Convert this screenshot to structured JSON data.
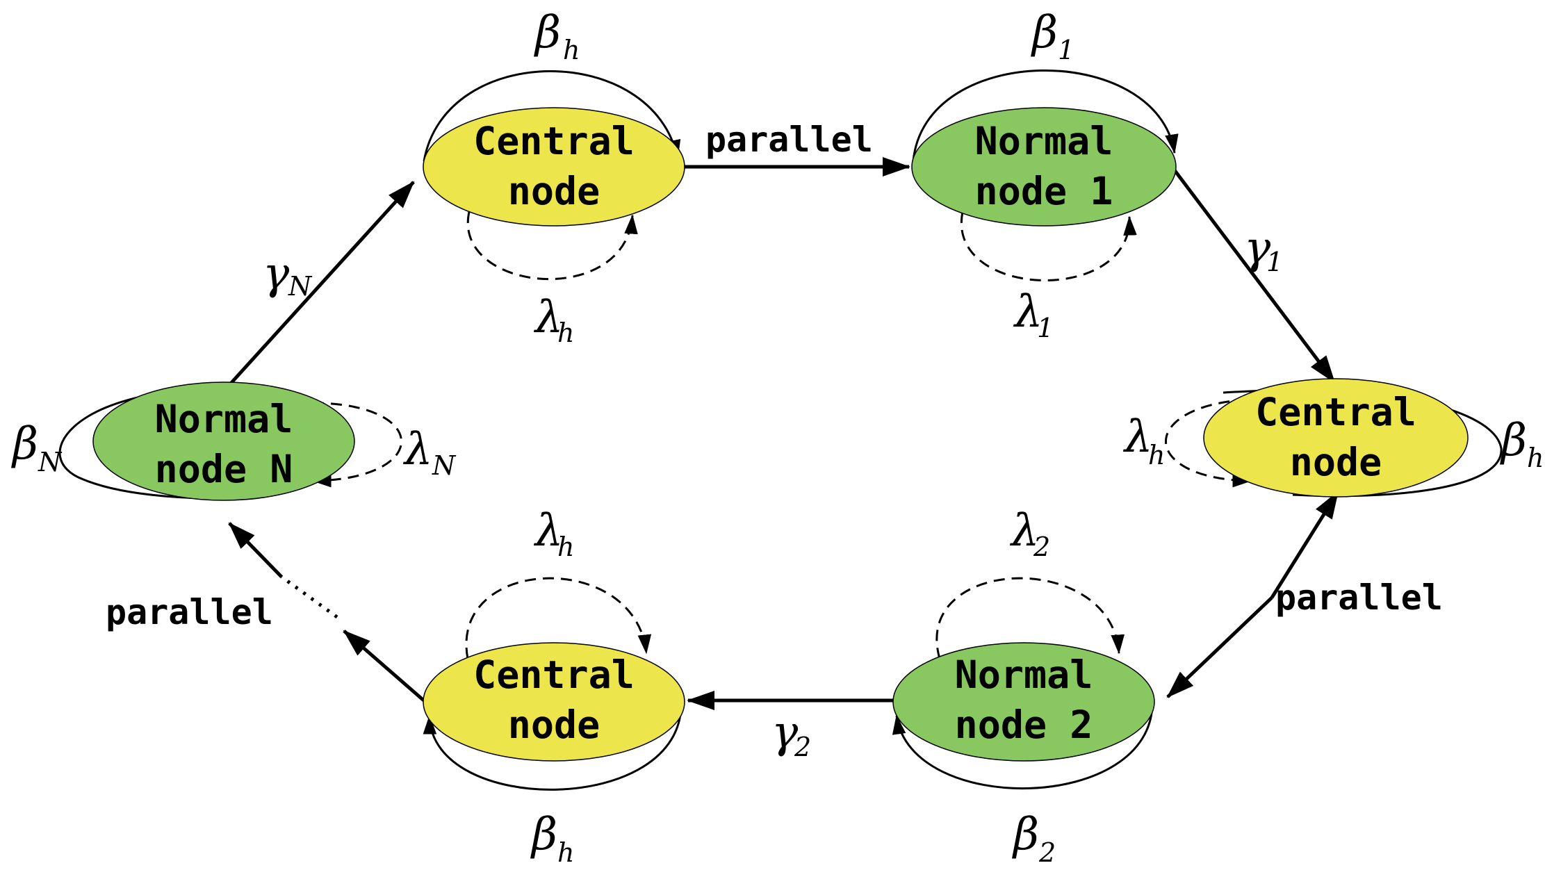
{
  "colors": {
    "central_fill": "#ece54b",
    "normal_fill": "#89c760",
    "stroke": "#000000"
  },
  "nodes": {
    "central_top": {
      "line1": "Central",
      "line2": "node"
    },
    "normal_1": {
      "line1": "Normal",
      "line2": "node 1"
    },
    "central_right": {
      "line1": "Central",
      "line2": "node"
    },
    "normal_2": {
      "line1": "Normal",
      "line2": "node 2"
    },
    "central_bottom": {
      "line1": "Central",
      "line2": "node"
    },
    "normal_n": {
      "line1": "Normal",
      "line2": "node N"
    }
  },
  "edges": {
    "parallel_top": "parallel",
    "parallel_right": "parallel",
    "parallel_left": "parallel"
  },
  "symbols": {
    "beta": "β",
    "gamma": "γ",
    "lambda": "λ",
    "sub_h": "h",
    "sub_1": "1",
    "sub_2": "2",
    "sub_N": "N"
  }
}
